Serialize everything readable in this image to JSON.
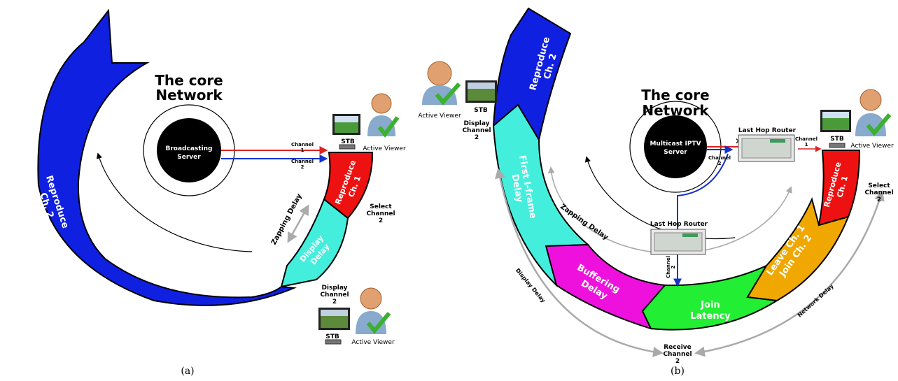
{
  "panel_a": {
    "caption": "(a)",
    "title_line1": "The core",
    "title_line2": "Network",
    "server_line1": "Broadcasting",
    "server_line2": "Server",
    "channel1_line1": "Channel",
    "channel1_line2": "1",
    "channel2_line1": "Channel",
    "channel2_line2": "2",
    "stb_top": "STB",
    "viewer_top": "Active Viewer",
    "select_line1": "Select",
    "select_line2": "Channel",
    "select_line3": "2",
    "display_line1": "Display",
    "display_line2": "Channel",
    "display_line3": "2",
    "stb_bottom": "STB",
    "viewer_bottom": "Active Viewer",
    "zapping_delay": "Zapping Delay",
    "seg_reproduce2_line1": "Reproduce",
    "seg_reproduce2_line2": "Ch. 2",
    "seg_reproduce1_line1": "Reproduce",
    "seg_reproduce1_line2": "Ch. 1",
    "seg_display_line1": "Display",
    "seg_display_line2": "Delay"
  },
  "panel_b": {
    "caption": "(b)",
    "title_line1": "The core",
    "title_line2": "Network",
    "server_line1": "Multicast IPTV",
    "server_line2": "Server",
    "router_top": "Last Hop Router",
    "router_mid": "Last Hop Router",
    "channel1_line1": "Channel",
    "channel1_line2": "1",
    "channel2_line1": "Channel",
    "channel2_line2": "2",
    "channel2v_line1": "Channel",
    "channel2v_line2": "2",
    "stb_left": "STB",
    "viewer_left": "Active Viewer",
    "display_line1": "Display",
    "display_line2": "Channel",
    "display_line3": "2",
    "stb_right": "STB",
    "viewer_right": "Active Viewer",
    "select_line1": "Select",
    "select_line2": "Channel",
    "select_line3": "2",
    "receive_line1": "Receive",
    "receive_line2": "Channel",
    "receive_line3": "2",
    "zapping_delay": "Zapping Delay",
    "display_delay": "Display Delay",
    "network_delay": "Network Delay",
    "seg_reproduce2_line1": "Reproduce",
    "seg_reproduce2_line2": "Ch. 2",
    "seg_iframe_line1": "First I-frame",
    "seg_iframe_line2": "Delay",
    "seg_buffering_line1": "Buffering",
    "seg_buffering_line2": "Delay",
    "seg_join_line1": "Join",
    "seg_join_line2": "Latency",
    "seg_leave_line1": "Leave Ch. 1",
    "seg_leave_line2": "Join Ch. 2",
    "seg_reproduce1_line1": "Reproduce",
    "seg_reproduce1_line2": "Ch. 1"
  },
  "colors": {
    "reproduce2": "#1020e0",
    "reproduce1": "#ee1111",
    "display": "#44eedd",
    "iframe": "#44eedd",
    "buffering": "#ee11dd",
    "join": "#22ee33",
    "leave": "#f0a800",
    "channel1_line": "#dd2222",
    "channel2_line": "#1533cc",
    "delay_arrow": "#aaaaaa"
  }
}
